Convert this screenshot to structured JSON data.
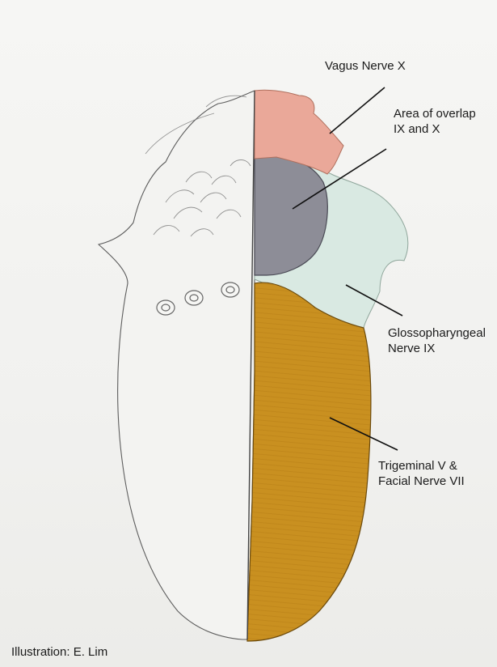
{
  "diagram": {
    "labels": {
      "vagus": {
        "text": "Vagus Nerve X",
        "color": "#eaa899"
      },
      "overlap": {
        "line1": "Area of overlap",
        "line2": "IX and X",
        "color": "#8d8d97"
      },
      "glosso": {
        "line1": "Glossopharyngeal",
        "line2": "Nerve IX",
        "color": "#d9e9e2"
      },
      "trigeminal": {
        "line1": "Trigeminal V &",
        "line2": "Facial Nerve VII",
        "color": "#c8901c"
      }
    },
    "credit": "Illustration:  E. Lim"
  }
}
